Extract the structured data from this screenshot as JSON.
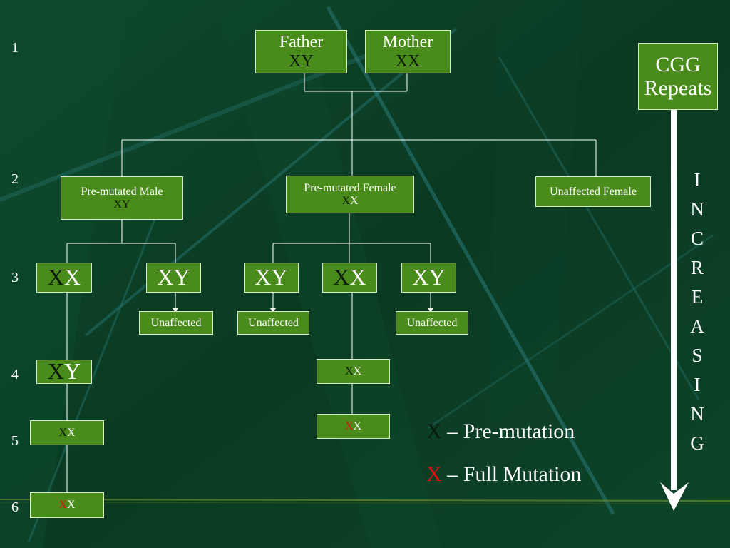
{
  "generations": [
    "1",
    "2",
    "3",
    "4",
    "5",
    "6"
  ],
  "gen1": {
    "father": {
      "label": "Father",
      "chromosomes": [
        "X",
        "Y"
      ]
    },
    "mother": {
      "label": "Mother",
      "chromosomes": [
        "X",
        "X"
      ]
    }
  },
  "gen2": {
    "premutated_male": {
      "label": "Pre-mutated Male",
      "chromosomes": [
        "X",
        "Y"
      ]
    },
    "premutated_female": {
      "label": "Pre-mutated Female",
      "chromosomes": [
        "X",
        "X"
      ]
    },
    "unaffected_female": {
      "label": "Unaffected Female"
    }
  },
  "gen3": {
    "male_branch_daughter": {
      "chromosomes": [
        "X",
        "X"
      ]
    },
    "male_branch_son": {
      "chromosomes": [
        "X",
        "Y"
      ],
      "status": "Unaffected"
    },
    "female_branch_son_1": {
      "chromosomes": [
        "X",
        "Y"
      ],
      "status": "Unaffected"
    },
    "female_branch_daughter": {
      "chromosomes": [
        "X",
        "X"
      ]
    },
    "female_branch_son_2": {
      "chromosomes": [
        "X",
        "Y"
      ],
      "status": "Unaffected"
    }
  },
  "gen4": {
    "left": {
      "chromosomes": [
        "X",
        "Y"
      ]
    },
    "middle": {
      "chromosomes": [
        "X",
        "X"
      ]
    }
  },
  "gen5": {
    "left": {
      "chromosomes": [
        "X",
        "X"
      ]
    },
    "middle": {
      "chromosomes": [
        "X",
        "X"
      ]
    }
  },
  "gen6": {
    "left": {
      "chromosomes": [
        "X",
        "X"
      ]
    }
  },
  "cgg": {
    "line1": "CGG",
    "line2": "Repeats"
  },
  "increasing_letters": [
    "I",
    "N",
    "C",
    "R",
    "E",
    "A",
    "S",
    "I",
    "N",
    "G"
  ],
  "legend": {
    "premutation_symbol": "X",
    "premutation_text": " – Pre-mutation",
    "full_symbol": "X",
    "full_text": " – Full Mutation"
  },
  "colors": {
    "background": "#0b3d26",
    "box_fill": "#4a8c1c",
    "premutation": "#0a1a0a",
    "full_mutation": "#e01010",
    "normal": "#ffffff"
  }
}
